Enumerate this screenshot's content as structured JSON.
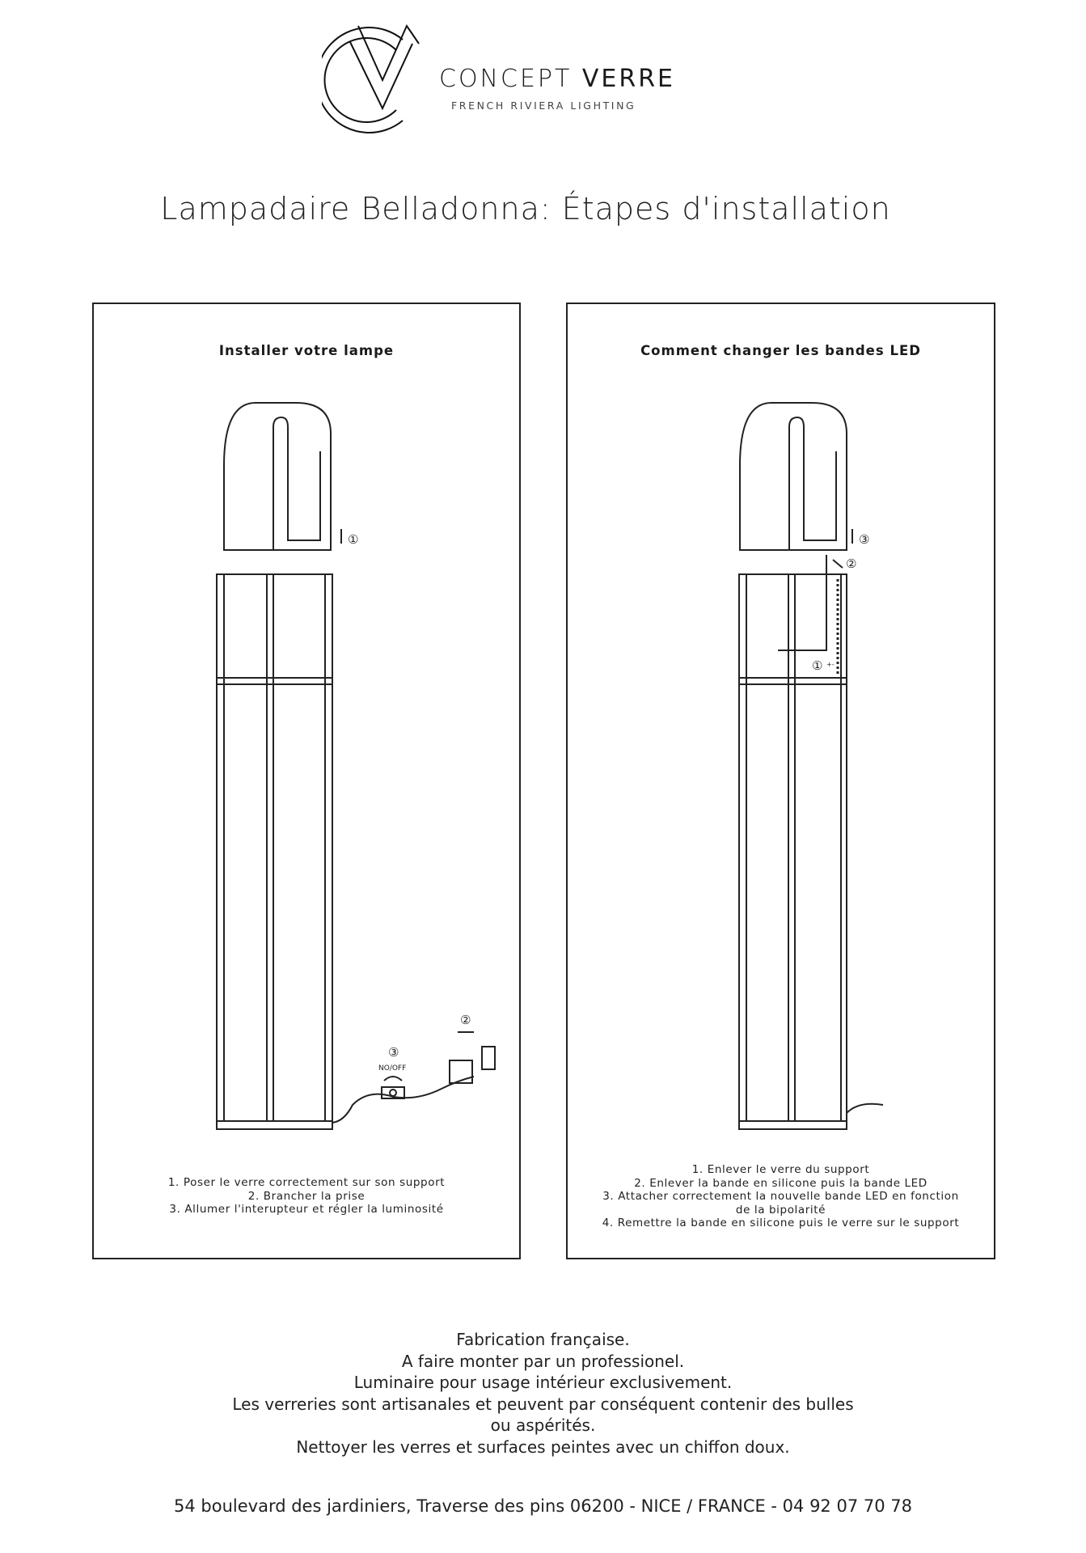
{
  "logo": {
    "brand_light": "CONCEPT",
    "brand_bold": "VERRE",
    "tagline": "FRENCH RIVIERA LIGHTING"
  },
  "title": "Lampadaire Belladonna: Étapes d'installation",
  "panels": [
    {
      "heading": "Installer votre lampe",
      "labels": {
        "step1": "①",
        "step2": "②",
        "step3": "③",
        "switch": "NO/OFF"
      },
      "steps": [
        "1. Poser le verre correctement sur son support",
        "2. Brancher la prise",
        "3. Allumer l'interupteur et régler la luminosité"
      ]
    },
    {
      "heading": "Comment changer les bandes LED",
      "labels": {
        "step1": "①",
        "step2": "②",
        "step3": "③",
        "polarity": "+-"
      },
      "steps": [
        "1. Enlever le verre du support",
        "2. Enlever la bande en silicone puis la bande LED",
        "3. Attacher correctement la nouvelle bande LED en fonction",
        "de la bipolarité",
        "4. Remettre la bande en silicone puis le verre sur le support"
      ]
    }
  ],
  "footer": {
    "lines": [
      "Fabrication française.",
      "A faire monter par un professionel.",
      "Luminaire pour usage intérieur exclusivement.",
      "Les verreries sont artisanales et peuvent par conséquent contenir des bulles",
      "ou aspérités.",
      "Nettoyer les verres et surfaces peintes avec un chiffon doux."
    ],
    "address": "54 boulevard des jardiniers, Traverse des pins 06200 - NICE / FRANCE - 04 92 07 70 78"
  }
}
